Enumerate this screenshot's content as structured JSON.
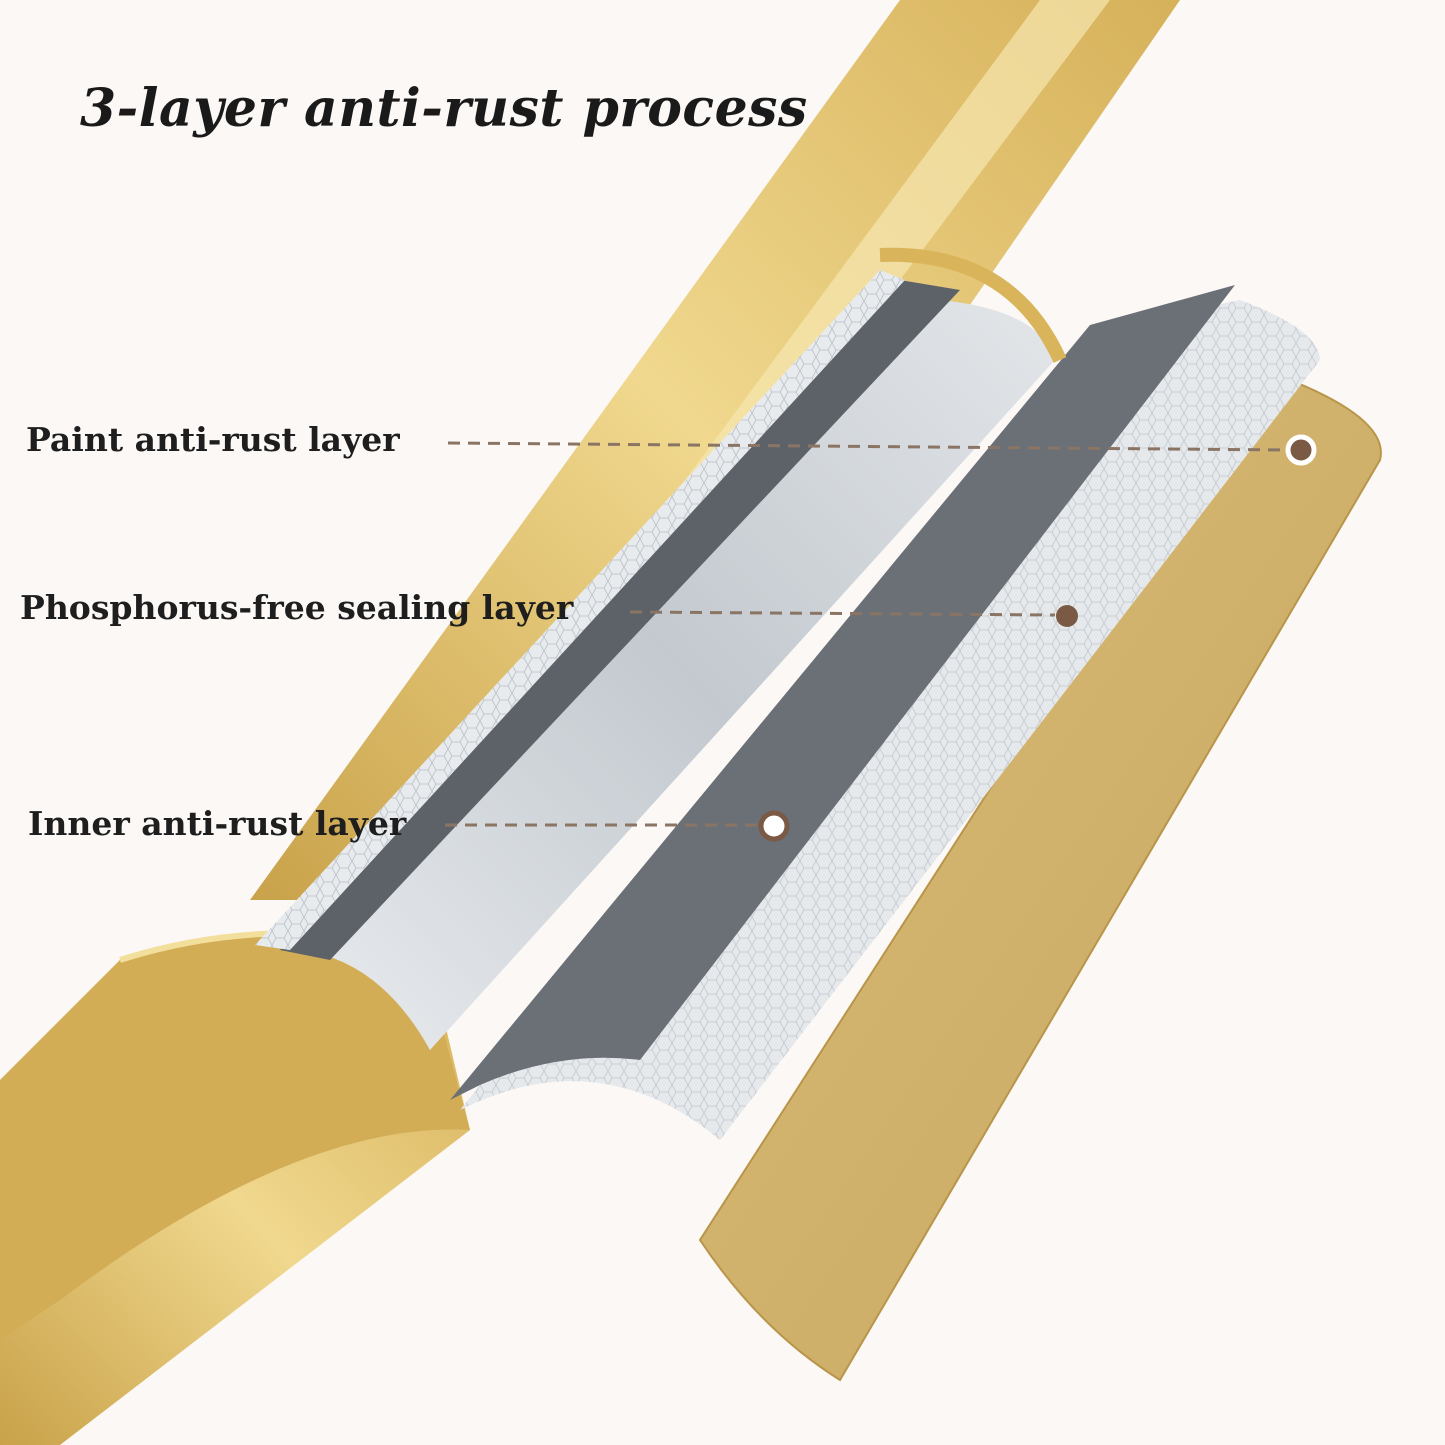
{
  "title": "3-layer anti-rust process",
  "callouts": [
    {
      "label": "Paint anti-rust layer"
    },
    {
      "label": "Phosphorus-free sealing layer"
    },
    {
      "label": "Inner anti-rust layer"
    }
  ],
  "colors": {
    "gold": "#d9b45a",
    "gold_dark": "#b8923a",
    "gold_light": "#f2dd96",
    "silver": "#d4d9de",
    "dark_gray": "#5d6269",
    "leader": "#8a7565",
    "marker": "#7a5a44"
  }
}
